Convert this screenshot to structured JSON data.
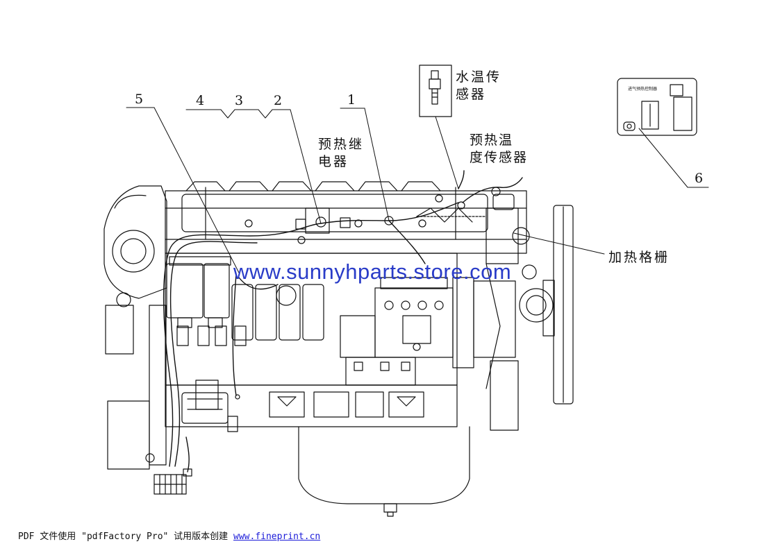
{
  "callouts": {
    "c1": "1",
    "c2": "2",
    "c3": "3",
    "c4": "4",
    "c5": "5",
    "c6": "6"
  },
  "labels": {
    "water_temp_sensor_line1": "水温传",
    "water_temp_sensor_line2": "感器",
    "preheat_relay_line1": "预热继",
    "preheat_relay_line2": "电器",
    "preheat_temp_sensor_line1": "预热温",
    "preheat_temp_sensor_line2": "度传感器",
    "heating_grid": "加热格栅",
    "controller_title": "进气预热控制器"
  },
  "watermark": "www.sunnyhparts.store.com",
  "footer": {
    "text": "PDF 文件使用 \"pdfFactory Pro\" 试用版本创建 ",
    "link": "www.fineprint.cn"
  },
  "colors": {
    "line": "#111111",
    "watermark": "#2a3cc8",
    "link": "#1a1ad8"
  }
}
